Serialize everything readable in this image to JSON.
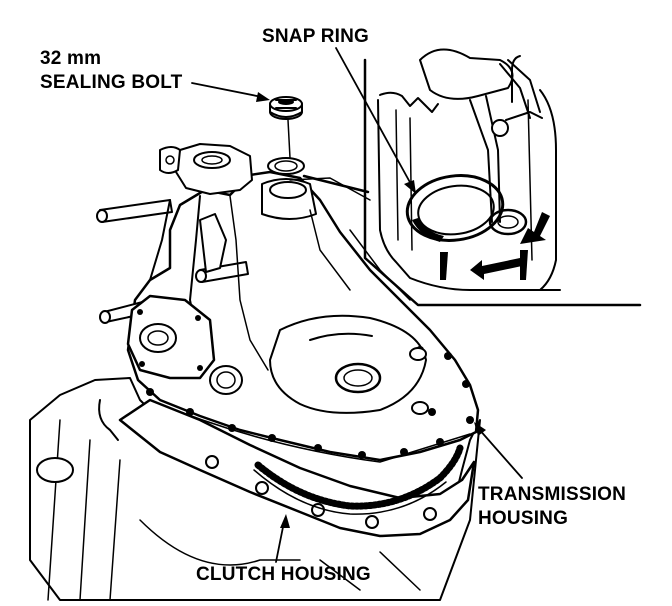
{
  "labels": {
    "sealing_bolt_size": "32 mm",
    "sealing_bolt": "SEALING BOLT",
    "snap_ring": "SNAP RING",
    "transmission_housing_line1": "TRANSMISSION",
    "transmission_housing_line2": "HOUSING",
    "clutch_housing": "CLUTCH HOUSING"
  },
  "colors": {
    "ink": "#000000",
    "paper": "#ffffff"
  }
}
